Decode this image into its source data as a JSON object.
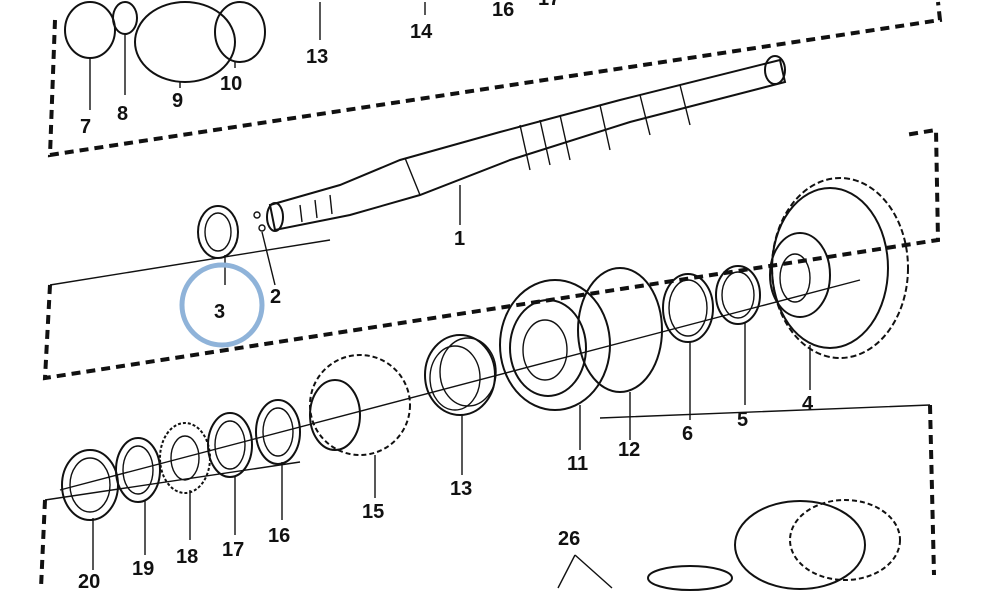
{
  "diagram": {
    "highlight_color": "#8fb3d9",
    "highlighted_part": "3",
    "labels": {
      "p7": "7",
      "p8": "8",
      "p9": "9",
      "p10": "10",
      "p13a": "13",
      "p14a": "14",
      "p16a": "16",
      "p17a": "17",
      "p1": "1",
      "p2": "2",
      "p3": "3",
      "p4": "4",
      "p5": "5",
      "p6": "6",
      "p12": "12",
      "p11": "11",
      "p13": "13",
      "p15": "15",
      "p16": "16",
      "p17": "17",
      "p18": "18",
      "p19": "19",
      "p20": "20",
      "p26": "26"
    }
  }
}
